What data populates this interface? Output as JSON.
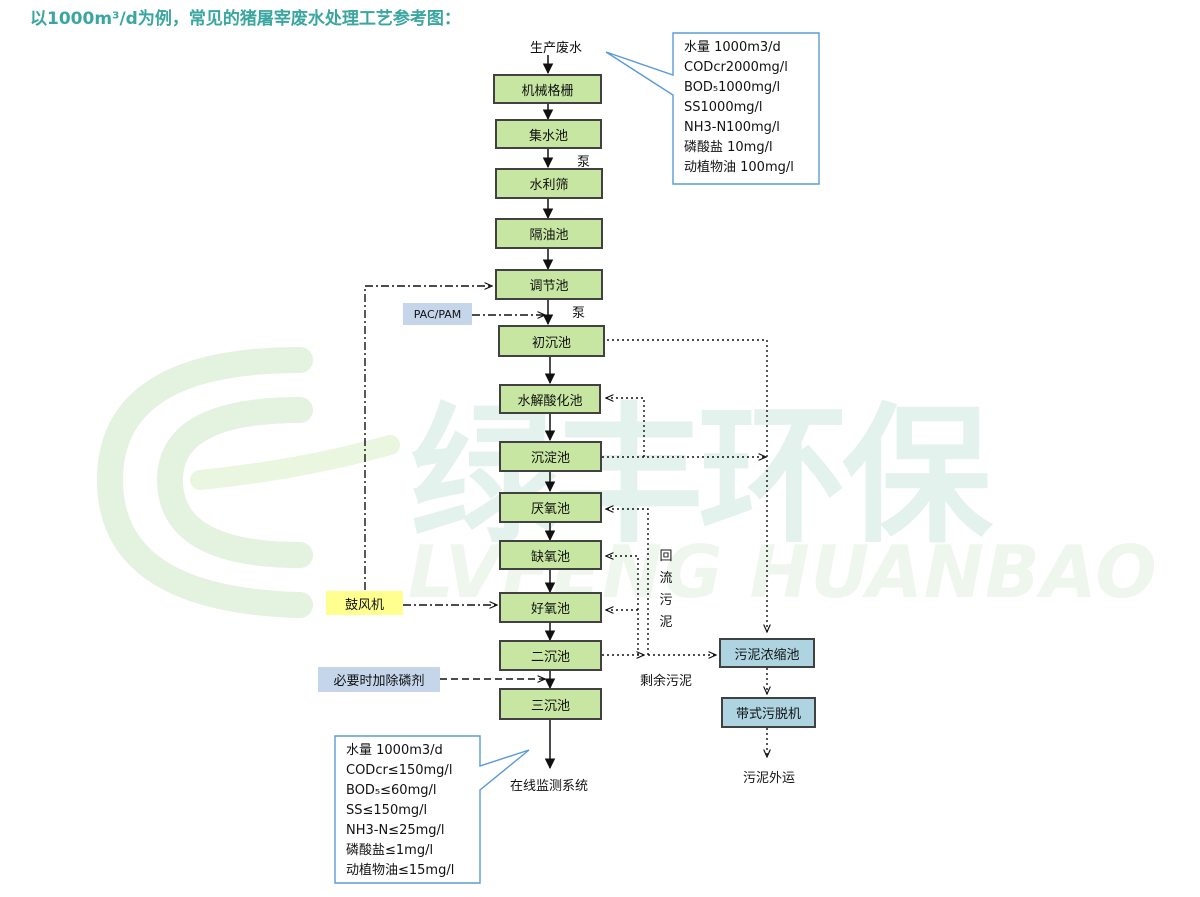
{
  "title": "以1000m³/d为例，常见的猪屠宰废水处理工艺参考图：",
  "watermark": {
    "cn": "绿丰环保",
    "en": "LVFENG HUANBAO"
  },
  "source_label": "生产废水",
  "pump_label": "泵",
  "main_units": [
    "机械格栅",
    "集水池",
    "水利筛",
    "隔油池",
    "调节池",
    "初沉池",
    "水解酸化池",
    "沉淀池",
    "厌氧池",
    "缺氧池",
    "好氧池",
    "二沉池",
    "三沉池"
  ],
  "additives": {
    "pac_pam": "PAC/PAM",
    "blower": "鼓风机",
    "phosphorus": "必要时加除磷剂"
  },
  "sludge": {
    "thickener": "污泥浓缩池",
    "dewater": "带式污脱机",
    "transport": "污泥外运",
    "excess": "剩余污泥",
    "return": [
      "回",
      "流",
      "污",
      "泥"
    ]
  },
  "monitor_label": "在线监测系统",
  "inlet_quality": [
    "水量 1000m3/d",
    "CODcr2000mg/l",
    "BOD₅1000mg/l",
    "SS1000mg/l",
    "NH3-N100mg/l",
    "磷酸盐 10mg/l",
    "动植物油 100mg/l"
  ],
  "outlet_quality": [
    "水量 1000m3/d",
    "CODcr≤150mg/l",
    "BOD₅≤60mg/l",
    "SS≤150mg/l",
    "NH3-N≤25mg/l",
    "磷酸盐≤1mg/l",
    "动植物油≤15mg/l"
  ]
}
